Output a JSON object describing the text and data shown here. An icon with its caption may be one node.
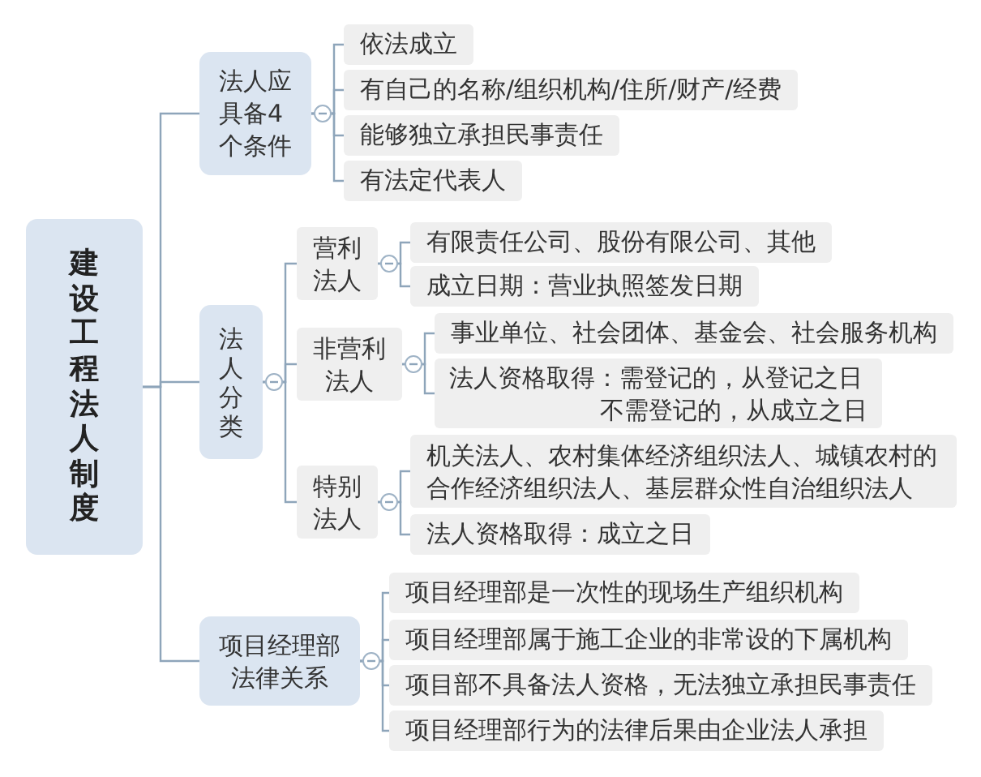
{
  "diagram": {
    "nodes": [
      {
        "text": [
          "建设工程法人制度"
        ]
      },
      {
        "text": [
          "法人应具备4个条件"
        ]
      },
      {
        "text": [
          "依法成立"
        ]
      },
      {
        "text": [
          "有自己的名称/组织机构/住所/财产/经费"
        ]
      },
      {
        "text": [
          "能够独立承担民事责任"
        ]
      },
      {
        "text": [
          "有法定代表人"
        ]
      },
      {
        "text": [
          "法人分类"
        ]
      },
      {
        "text": [
          "营利法人"
        ]
      },
      {
        "text": [
          "有限责任公司、股份有限公司、其他"
        ]
      },
      {
        "text": [
          "成立日期：营业执照签发日期"
        ]
      },
      {
        "text": [
          "非营利法人"
        ]
      },
      {
        "text": [
          "事业单位、社会团体、基金会、社会服务机构"
        ]
      },
      {
        "text": [
          "法人资格取得：需登记的，从登记之日",
          "不需登记的，从成立之日"
        ]
      },
      {
        "text": [
          "特别法人"
        ]
      },
      {
        "text": [
          "机关法人、农村集体经济组织法人、城镇农村的合作经济组织法人、基层群众性自治组织法人"
        ]
      },
      {
        "text": [
          "法人资格取得：成立之日"
        ]
      },
      {
        "text": [
          "项目经理部法律关系"
        ]
      },
      {
        "text": [
          "项目经理部是一次性的现场生产组织机构"
        ]
      },
      {
        "text": [
          "项目经理部属于施工企业的非常设的下属机构"
        ]
      },
      {
        "text": [
          "项目部不具备法人资格，无法独立承担民事责任"
        ]
      },
      {
        "text": [
          "项目经理部行为的法律后果由企业法人承担"
        ]
      }
    ],
    "edges": [
      {
        "from": 0,
        "to": 1,
        "arrow": "none"
      },
      {
        "from": 0,
        "to": 6,
        "arrow": "none"
      },
      {
        "from": 0,
        "to": 16,
        "arrow": "none"
      },
      {
        "from": 1,
        "to": 2,
        "arrow": "none"
      },
      {
        "from": 1,
        "to": 3,
        "arrow": "none"
      },
      {
        "from": 1,
        "to": 4,
        "arrow": "none"
      },
      {
        "from": 1,
        "to": 5,
        "arrow": "none"
      },
      {
        "from": 6,
        "to": 7,
        "arrow": "none"
      },
      {
        "from": 6,
        "to": 10,
        "arrow": "none"
      },
      {
        "from": 6,
        "to": 13,
        "arrow": "none"
      },
      {
        "from": 7,
        "to": 8,
        "arrow": "none"
      },
      {
        "from": 7,
        "to": 9,
        "arrow": "none"
      },
      {
        "from": 10,
        "to": 11,
        "arrow": "none"
      },
      {
        "from": 10,
        "to": 12,
        "arrow": "none"
      },
      {
        "from": 13,
        "to": 14,
        "arrow": "none"
      },
      {
        "from": 13,
        "to": 15,
        "arrow": "none"
      },
      {
        "from": 16,
        "to": 17,
        "arrow": "none"
      },
      {
        "from": 16,
        "to": 18,
        "arrow": "none"
      },
      {
        "from": 16,
        "to": 19,
        "arrow": "none"
      },
      {
        "from": 16,
        "to": 20,
        "arrow": "none"
      }
    ]
  }
}
